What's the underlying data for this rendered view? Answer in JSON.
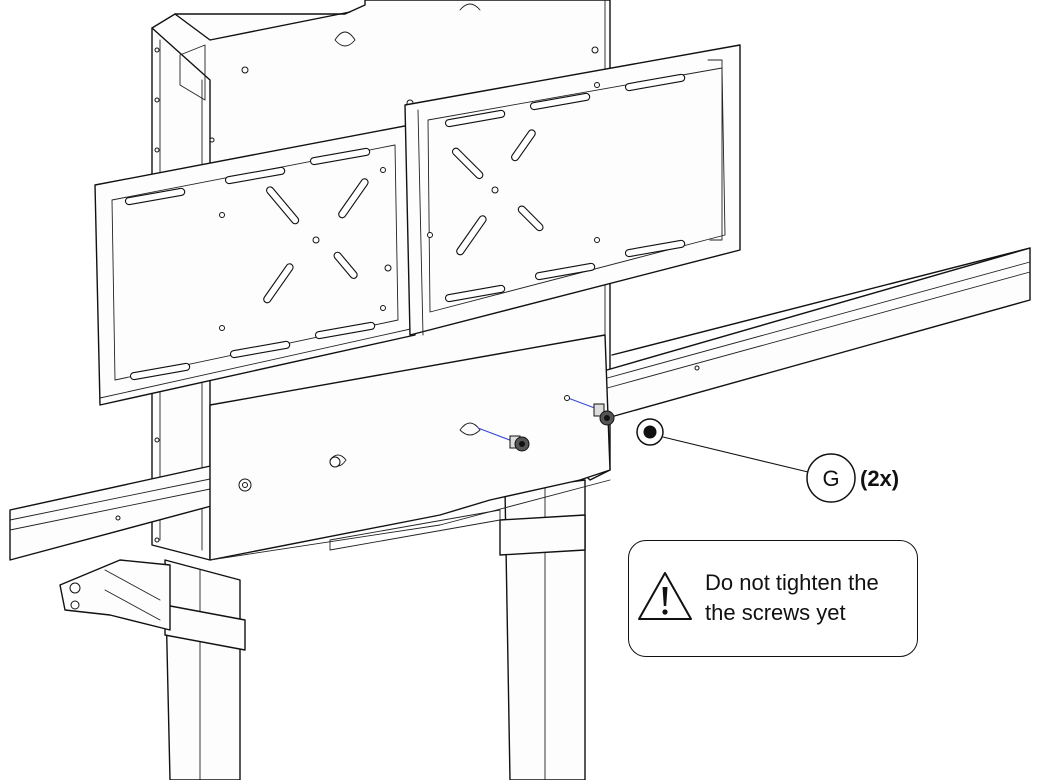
{
  "callout": {
    "part_letter": "G",
    "quantity": "(2x)"
  },
  "warning": {
    "icon": "warning-triangle-icon",
    "line1": "Do not tighten the",
    "line2": "the screws yet"
  },
  "colors": {
    "line": "#111111",
    "screw_axis": "#3b4bd8",
    "background": "#ffffff"
  }
}
